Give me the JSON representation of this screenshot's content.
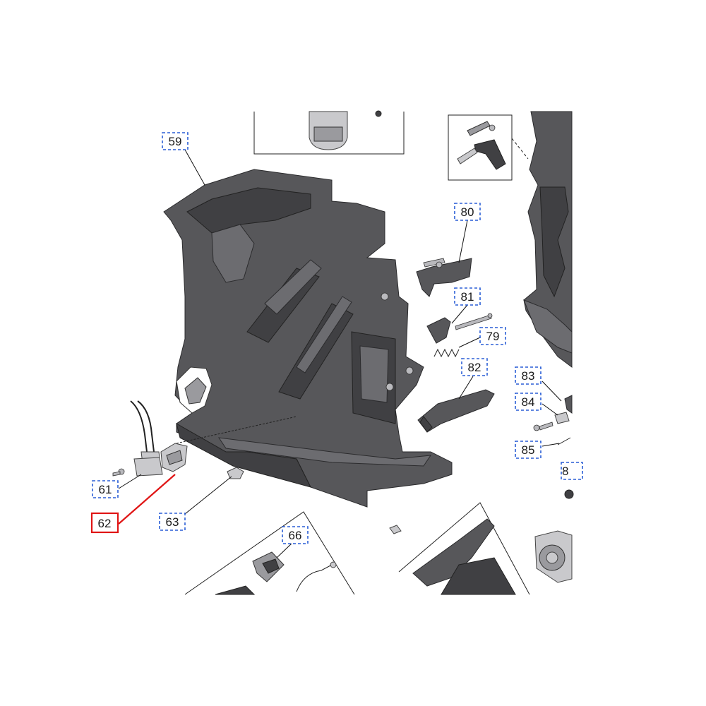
{
  "diagram": {
    "callouts": [
      {
        "id": "59",
        "label": "59",
        "highlighted": false
      },
      {
        "id": "80",
        "label": "80",
        "highlighted": false
      },
      {
        "id": "81",
        "label": "81",
        "highlighted": false
      },
      {
        "id": "79",
        "label": "79",
        "highlighted": false
      },
      {
        "id": "82",
        "label": "82",
        "highlighted": false
      },
      {
        "id": "83",
        "label": "83",
        "highlighted": false
      },
      {
        "id": "84",
        "label": "84",
        "highlighted": false
      },
      {
        "id": "85",
        "label": "85",
        "highlighted": false
      },
      {
        "id": "86",
        "label": "8",
        "highlighted": false
      },
      {
        "id": "61",
        "label": "61",
        "highlighted": false
      },
      {
        "id": "62",
        "label": "62",
        "highlighted": true
      },
      {
        "id": "63",
        "label": "63",
        "highlighted": false
      },
      {
        "id": "66",
        "label": "66",
        "highlighted": false
      }
    ],
    "colors": {
      "callout_border": "#2b5fd6",
      "highlight": "#e01515",
      "part_fill": "#57575a",
      "background": "#ffffff"
    }
  }
}
